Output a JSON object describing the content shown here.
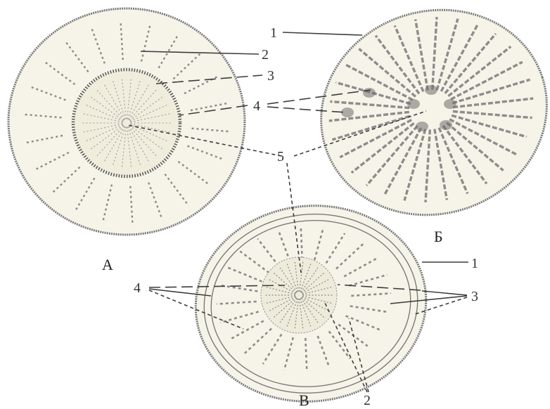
{
  "figure": {
    "colors": {
      "ink": "#3d3d3d",
      "tissue": "#f6f3e8",
      "outline": "#7a7a7a",
      "bundle": "#6b6b6b"
    },
    "sections": {
      "a": {
        "letter": "А"
      },
      "b": {
        "letter": "Б"
      },
      "v": {
        "letter": "В"
      }
    },
    "callouts_upper": [
      "1",
      "2",
      "3",
      "4",
      "5"
    ],
    "callouts_lower": {
      "right": [
        "1",
        "3"
      ],
      "left": [
        "4"
      ],
      "bottom": [
        "2"
      ]
    }
  }
}
